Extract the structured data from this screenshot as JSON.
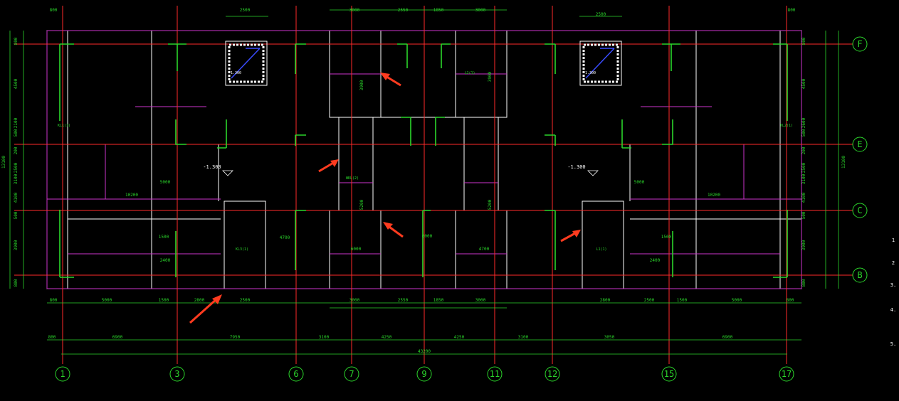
{
  "colors": {
    "background": "#000000",
    "axis_line": "#ff2a2a",
    "dimension": "#2bd62b",
    "wall": "#ffffff",
    "beam": "#cc33cc",
    "column": "#2bd62b",
    "label": "#2bd62b",
    "arrow": "#ff3b1f",
    "stair": "#3a4cff"
  },
  "axes": {
    "vertical": [
      {
        "label": "1"
      },
      {
        "label": "3"
      },
      {
        "label": "6"
      },
      {
        "label": "7"
      },
      {
        "label": "9"
      },
      {
        "label": "11"
      },
      {
        "label": "12"
      },
      {
        "label": "15"
      },
      {
        "label": "17"
      }
    ],
    "horizontal": [
      {
        "label": "F"
      },
      {
        "label": "E"
      },
      {
        "label": "C"
      },
      {
        "label": "B"
      }
    ]
  },
  "dimensions": {
    "bottom_row1": [
      "800",
      "5000",
      "1500",
      "2800",
      "2500",
      "3000",
      "2550",
      "1850",
      "3000",
      "2800",
      "2500",
      "1500",
      "5000",
      "800"
    ],
    "bottom_row2": [
      "800",
      "6900",
      "7950",
      "3100",
      "4250",
      "4250",
      "3100",
      "3050",
      "6900"
    ],
    "total": "43200",
    "top_row": [
      "800",
      "3000",
      "2550",
      "1850",
      "3000",
      "2500",
      "800"
    ],
    "top_mid": "2500",
    "left_side": [
      "800",
      "4500",
      "2100",
      "500",
      "200",
      "2500",
      "3100",
      "4100",
      "500",
      "3900",
      "800"
    ],
    "right_side": [
      "800",
      "4500",
      "2600",
      "500",
      "200",
      "2500",
      "3100",
      "4100",
      "500",
      "3900",
      "800"
    ],
    "left_total": "13100",
    "right_total": "13100"
  },
  "elevations": [
    "-1.300",
    "-1.300"
  ],
  "room_dims": [
    "10200",
    "10200",
    "5000",
    "5000",
    "2400",
    "2400",
    "1500",
    "1500",
    "3900",
    "3900",
    "5200",
    "5200",
    "6000",
    "6000",
    "4700",
    "4700"
  ],
  "beam_labels": [
    "KL1(1)",
    "KL2(1)",
    "KL3(1)",
    "L1(1)",
    "L2(1)",
    "WKL(2)"
  ],
  "right_notes": [
    "1",
    "2",
    "3.",
    "4.",
    "5."
  ],
  "stair_labels": [
    "-1.300",
    "-1.300"
  ]
}
